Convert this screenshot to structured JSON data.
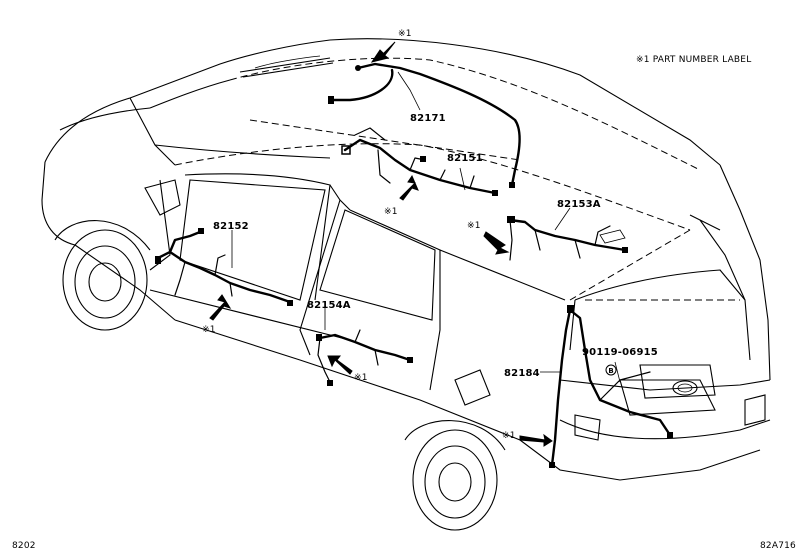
{
  "legend": {
    "text": "※1 PART NUMBER LABEL"
  },
  "parts": [
    {
      "id": "p82171",
      "number": "82171"
    },
    {
      "id": "p82151",
      "number": "82151"
    },
    {
      "id": "p82152",
      "number": "82152"
    },
    {
      "id": "p82153A",
      "number": "82153A"
    },
    {
      "id": "p82154A",
      "number": "82154A"
    },
    {
      "id": "p82184",
      "number": "82184"
    },
    {
      "id": "p90119",
      "number": "90119-06915"
    }
  ],
  "marker_text": "※1",
  "clip_symbol": "B",
  "footer": {
    "left_code": "8202",
    "right_code": "82A716"
  },
  "colors": {
    "line": "#000000",
    "background": "#ffffff"
  }
}
